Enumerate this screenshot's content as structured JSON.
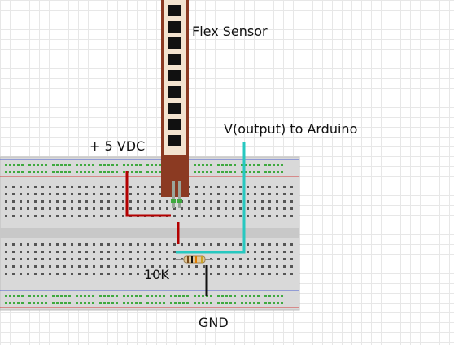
{
  "labels": {
    "sensor": "Flex Sensor",
    "supply": "+ 5 VDC",
    "output": "V(output) to Arduino",
    "resistor": "10K",
    "ground": "GND"
  },
  "colors": {
    "breadboard": "#d6d6d6",
    "rail_red": "#d23a3a",
    "rail_blue": "#4a5fd1",
    "hole_green": "#3fa93f",
    "hole_dark": "#555555",
    "wire_red": "#b30000",
    "wire_cyan": "#27c8c0",
    "wire_black": "#111111",
    "sensor_body": "#8b3a22",
    "sensor_segment": "#111111"
  },
  "icons": [
    "flex-sensor-icon",
    "resistor-icon",
    "breadboard-icon"
  ]
}
